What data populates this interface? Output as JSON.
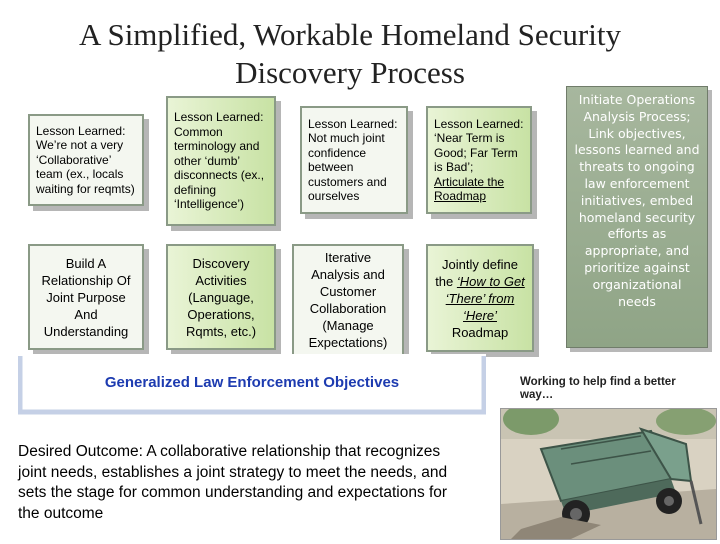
{
  "title": {
    "line1": "A Simplified, Workable Homeland Security",
    "line2": "Discovery Process"
  },
  "top_row": [
    {
      "id": "b1",
      "text": "Lesson Learned: We’re not a very ‘Collaborative’ team (ex., locals waiting for reqmts)"
    },
    {
      "id": "b2",
      "text": "Lesson Learned: Common terminology and other ‘dumb’ disconnects (ex., defining ‘Intelligence’)"
    },
    {
      "id": "b3",
      "text": "Lesson Learned: Not much joint confidence between customers and ourselves"
    },
    {
      "id": "b4",
      "pre": "Lesson Learned: ‘Near Term is Good; Far Term is Bad’; ",
      "emph": "Articulate the Roadmap"
    }
  ],
  "bottom_row": [
    {
      "id": "c1",
      "text": "Build A Relationship Of Joint Purpose And Understanding"
    },
    {
      "id": "c2",
      "text": "Discovery Activities (Language, Operations, Rqmts, etc.)"
    },
    {
      "id": "c3",
      "text": "Iterative Analysis and Customer Collaboration (Manage Expectations)"
    },
    {
      "id": "c4",
      "pre": "Jointly define the ",
      "emph1": "‘How to Get ‘There’ from ‘Here’",
      "post": " Roadmap"
    }
  ],
  "right_panel": {
    "text": "Initiate Operations Analysis Process; Link objectives, lessons learned and threats to ongoing law enforcement initiatives, embed homeland security efforts as appropriate, and prioritize against organizational needs"
  },
  "objective": {
    "label": "Generalized Law Enforcement Objectives"
  },
  "outcome": {
    "text": "Desired Outcome: A collaborative relationship that recognizes joint needs, establishes a joint strategy to meet the needs, and sets the stage for common understanding and expectations for the outcome"
  },
  "photo": {
    "caption": "Working to help find a better way…"
  },
  "colors": {
    "objective_text": "#1d3bb0",
    "box_green": "#c8e2a4",
    "panel": "#a7b79e"
  }
}
